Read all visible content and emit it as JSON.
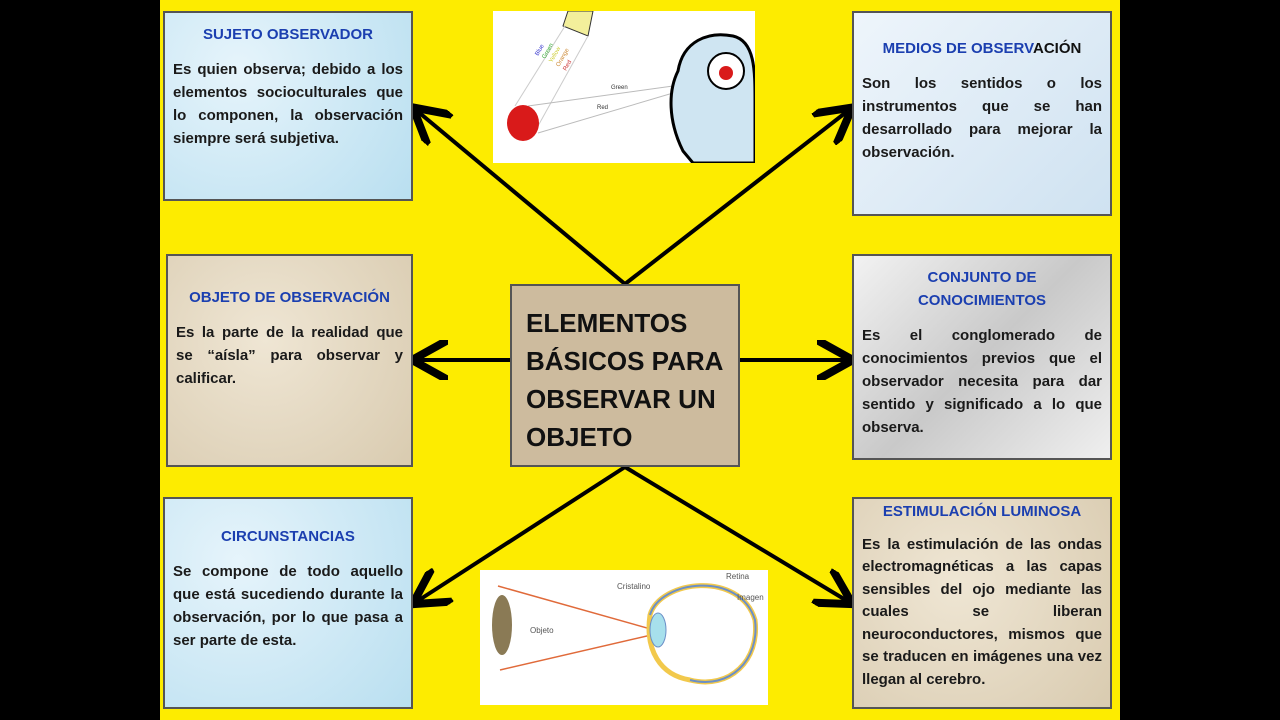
{
  "center_title": "ELEMENTOS BÁSICOS PARA OBSERVAR UN OBJETO",
  "boxes": {
    "sujeto": {
      "title": "SUJETO OBSERVADOR",
      "body": "Es quien observa; debido a los elementos socioculturales que lo componen, la observación siempre será subjetiva."
    },
    "objeto": {
      "title": "OBJETO DE OBSERVACIÓN",
      "body": "Es la parte de la realidad que se “aísla” para observar y calificar."
    },
    "circunstancias": {
      "title": "CIRCUNSTANCIAS",
      "body": "Se compone de todo aquello que está sucediendo durante la observación, por lo que pasa a ser parte de esta."
    },
    "medios": {
      "title_a": "MEDIOS DE OBSERV",
      "title_b": "ACIÓN",
      "body": "Son los sentidos o los instrumentos que se han desarrollado para mejorar la observación."
    },
    "conjunto": {
      "title": "CONJUNTO DE CONOCIMIENTOS",
      "body": "Es el conglomerado de conocimientos previos que el observador necesita para dar sentido y significado a lo que observa."
    },
    "estimulacion": {
      "title": "ESTIMULACIÓN LUMINOSA",
      "body": "Es la estimulación de las ondas electromagnéticas a las capas sensibles del ojo mediante las cuales se liberan neuroconductores, mismos que se traducen en imágenes una vez llegan al cerebro."
    }
  },
  "top_image": {
    "labels": [
      "Blue",
      "Green",
      "Yellow",
      "Orange",
      "Red",
      "Green",
      "Red"
    ]
  },
  "bottom_image": {
    "labels": [
      "Objeto",
      "Cristalino",
      "Retina",
      "Imagen"
    ]
  }
}
